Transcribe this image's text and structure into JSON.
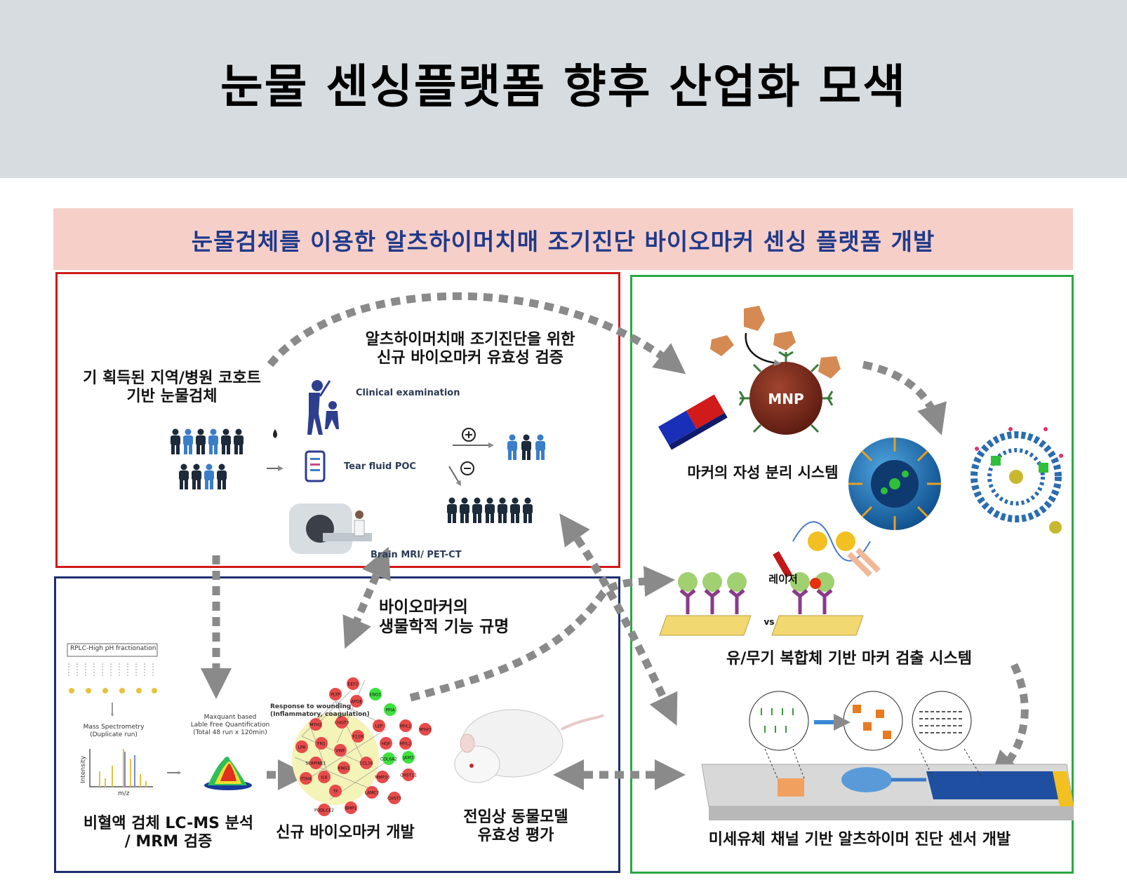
{
  "title": "눈물 센싱플랫폼 향후 산업화 모색",
  "banner": "눈물검체를 이용한 알츠하이머치매 조기진단 바이오마커 센싱 플랫폼 개발",
  "labels": {
    "cohort_line1": "기 획득된 지역/병원 코호트",
    "cohort_line2": "기반 눈물검체",
    "validation_line1": "알츠하이머치매 조기진단을 위한",
    "validation_line2": "신규 바이오마커  유효성 검증",
    "clinical": "Clinical examination",
    "tear_poc": "Tear fluid POC",
    "mri": "Brain MRI/ PET-CT",
    "function_line1": "바이오마커의",
    "function_line2": "생물학적 기능 규명",
    "lcms_line1": "비혈액 검체 LC-MS 분석",
    "lcms_line2": "/ MRM 검증",
    "new_biomarker": "신규 바이오마커 개발",
    "animal_line1": "전임상 동물모델",
    "animal_line2": "유효성 평가",
    "magnetic": "마커의 자성 분리 시스템",
    "mnp": "MNP",
    "laser": "레이저",
    "vs": "vs",
    "hybrid": "유/무기 복합체 기반 마커 검출 시스템",
    "microfluidic": "미세유체 채널 기반 알츠하이머 진단 센서 개발",
    "rplc": "RPLC-High pH fractionation",
    "mass_spec_line1": "Mass Spectrometry",
    "mass_spec_line2": "(Duplicate run)",
    "intensity": "Intensity",
    "mz": "m/z",
    "maxquant_line1": "Maxquant based",
    "maxquant_line2": "Lable Free Quantification",
    "maxquant_line3": "(Total 48 run x 120min)",
    "network_line1": "Response to wounding",
    "network_line2": "(Inflammatory, coagulation)"
  },
  "network_nodes_red": [
    "EEF2",
    "PLTP",
    "APOE",
    "CHGT3",
    "MYH2",
    "LEP",
    "F11R",
    "MYL1",
    "MYH7",
    "FN1",
    "HGF",
    "MYL2",
    "LPA",
    "VWF",
    "SERPINE1",
    "KNG1",
    "CCL16",
    "ITIH4",
    "IL6",
    "MMP10",
    "CHST11",
    "TF",
    "LAMC2",
    "CHST3",
    "PODLCE2",
    "BMP1"
  ],
  "network_nodes_green": [
    "ENO1",
    "PPIA",
    "COL6A2",
    "JAM3"
  ],
  "colors": {
    "header_bg": "#d6dce0",
    "banner_bg": "#f6cfc9",
    "banner_text": "#1f3a8a",
    "red_box": "#d11a1a",
    "blue_box": "#1c2f6e",
    "green_box": "#2aa844"
  }
}
